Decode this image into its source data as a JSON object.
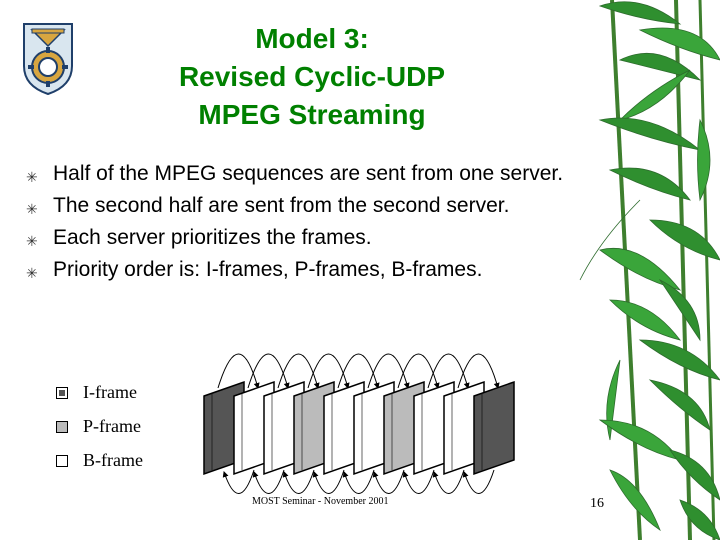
{
  "slide": {
    "title_lines": [
      "Model 3:",
      "Revised Cyclic-UDP",
      "MPEG Streaming"
    ],
    "bullets": [
      "Half of the MPEG sequences are sent from one server.",
      "The second half are sent from the second server.",
      "Each server prioritizes the frames.",
      "Priority order is: I-frames, P-frames, B-frames."
    ],
    "legend": [
      {
        "key": "I",
        "label": "I-frame"
      },
      {
        "key": "P",
        "label": "P-frame"
      },
      {
        "key": "B",
        "label": "B-frame"
      }
    ],
    "diagram": {
      "frame_sequence": [
        "I",
        "B",
        "B",
        "P",
        "B",
        "B",
        "P",
        "B",
        "B",
        "I"
      ]
    },
    "footer": "MOST Seminar - November 2001",
    "page_number": "16"
  },
  "colors": {
    "title": "#008000",
    "i_frame": "#555555",
    "p_frame": "#bbbbbb",
    "b_frame": "#ffffff",
    "bamboo": "#2e8b2e"
  },
  "icons": {
    "logo": "technion-gear-logo",
    "bullet": "asterisk-bullet-icon",
    "background": "bamboo-leaves-decoration"
  }
}
